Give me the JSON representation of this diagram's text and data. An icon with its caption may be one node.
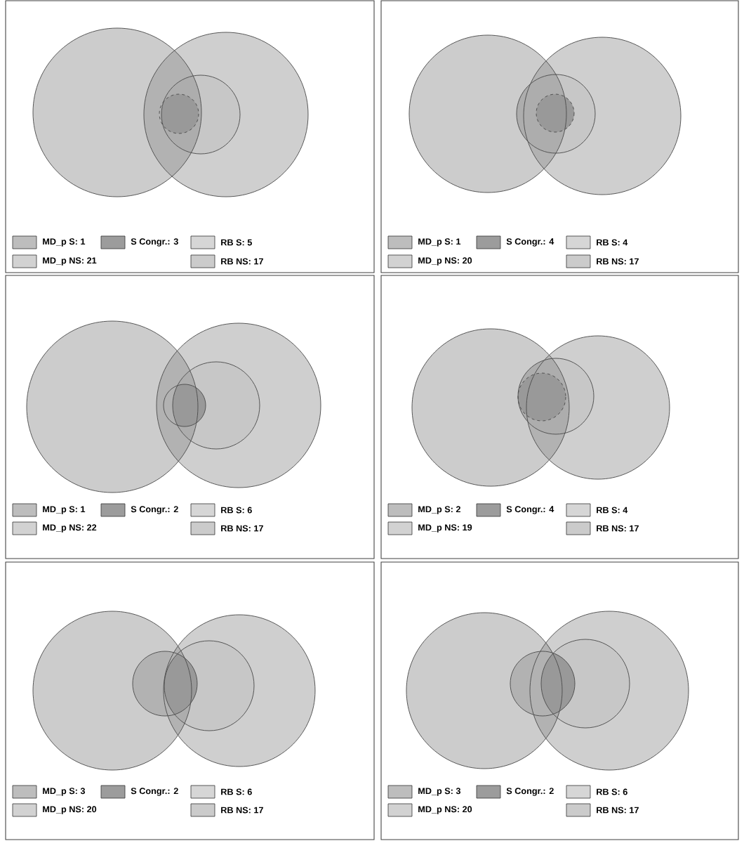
{
  "diagram": {
    "legend": [
      {
        "text": "MD_p S: 1",
        "color": "#bdbdbd"
      },
      {
        "text": "S Congr.: 3",
        "color": "#9c9c9c"
      },
      {
        "text": "RB S: 5",
        "color": "#d6d6d6"
      },
      {
        "text": "MD_p NS: 21",
        "color": "#d2d2d2"
      },
      {
        "text": "RB NS: 17",
        "color": "#cbcbcb"
      },
      {
        "text": "MD_p S: 1",
        "color": "#bdbdbd"
      },
      {
        "text": "S Congr.: 4",
        "color": "#9c9c9c"
      },
      {
        "text": "RB S: 4",
        "color": "#d6d6d6"
      },
      {
        "text": "MD_p NS: 20",
        "color": "#d2d2d2"
      },
      {
        "text": "RB NS: 17",
        "color": "#cbcbcb"
      },
      {
        "text": "MD_p S: 1",
        "color": "#bdbdbd"
      },
      {
        "text": "S Congr.: 2",
        "color": "#9c9c9c"
      },
      {
        "text": "RB S: 6",
        "color": "#d6d6d6"
      },
      {
        "text": "MD_p NS: 22",
        "color": "#d2d2d2"
      },
      {
        "text": "RB NS: 17",
        "color": "#cbcbcb"
      },
      {
        "text": "MD_p S: 2",
        "color": "#bdbdbd"
      },
      {
        "text": "S Congr.: 4",
        "color": "#9c9c9c"
      },
      {
        "text": "RB S: 4",
        "color": "#d6d6d6"
      },
      {
        "text": "MD_p NS: 19",
        "color": "#d2d2d2"
      },
      {
        "text": "RB NS: 17",
        "color": "#cbcbcb"
      },
      {
        "text": "MD_p S: 3",
        "color": "#bdbdbd"
      },
      {
        "text": "S Congr.: 2",
        "color": "#9c9c9c"
      },
      {
        "text": "RB S: 6",
        "color": "#d6d6d6"
      },
      {
        "text": "MD_p NS: 20",
        "color": "#d2d2d2"
      },
      {
        "text": "RB NS: 17",
        "color": "#cbcbcb"
      },
      {
        "text": "MD_p S: 3",
        "color": "#bdbdbd"
      },
      {
        "text": "S Congr.: 2",
        "color": "#9c9c9c"
      },
      {
        "text": "RB S: 6",
        "color": "#d6d6d6"
      },
      {
        "text": "MD_p NS: 20",
        "color": "#d2d2d2"
      },
      {
        "text": "RB NS: 17",
        "color": "#cbcbcb"
      }
    ]
  }
}
